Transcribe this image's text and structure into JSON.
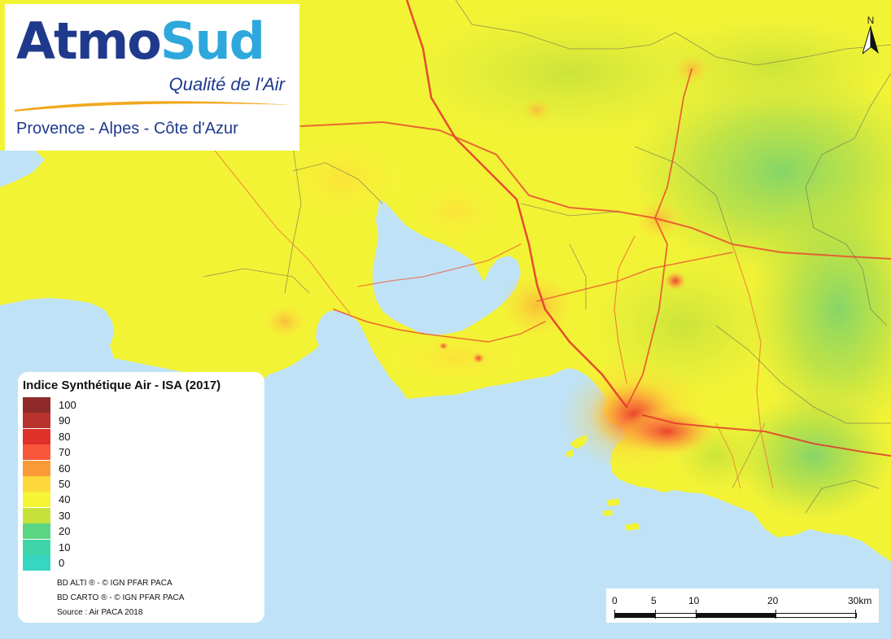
{
  "logo": {
    "brand_part1": "Atmo",
    "brand_part2": "Sud",
    "tagline": "Qualité de l'Air",
    "region": "Provence - Alpes - Côte d'Azur",
    "colors": {
      "dark": "#1f3a8c",
      "light": "#2ea8dc",
      "swoosh": "#f0a81e"
    }
  },
  "north_arrow": {
    "label": "N"
  },
  "legend": {
    "title": "Indice Synthétique Air - ISA (2017)",
    "classes": [
      {
        "value": "100",
        "color": "#8e2a2a"
      },
      {
        "value": "90",
        "color": "#b8322e"
      },
      {
        "value": "80",
        "color": "#e0302a"
      },
      {
        "value": "70",
        "color": "#f8563a"
      },
      {
        "value": "60",
        "color": "#f99a36"
      },
      {
        "value": "50",
        "color": "#fdd83a"
      },
      {
        "value": "40",
        "color": "#f5f536"
      },
      {
        "value": "30",
        "color": "#c6e23a"
      },
      {
        "value": "20",
        "color": "#5bd683"
      },
      {
        "value": "10",
        "color": "#3ed6a8"
      },
      {
        "value": "0",
        "color": "#36d6c0"
      }
    ],
    "sources": [
      "BD ALTI ® - © IGN PFAR PACA",
      "BD CARTO ® - © IGN PFAR PACA",
      "Source : Air PACA 2018"
    ]
  },
  "scale_bar": {
    "labels": [
      "0",
      "5",
      "10",
      "20",
      "30km"
    ]
  },
  "map_colors": {
    "sea": "#bfe2f7",
    "land_base": "#f3f336",
    "land_green": "#c3e03e",
    "hot": "#e2302c",
    "border": "#6b6b55"
  }
}
